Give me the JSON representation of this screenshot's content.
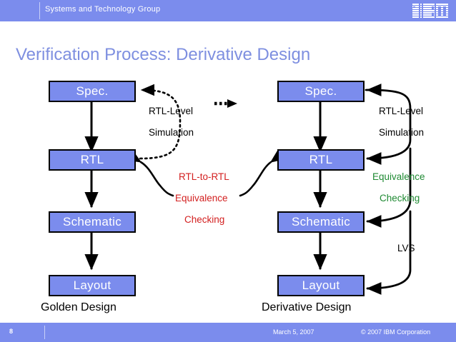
{
  "banner": {
    "title": "Systems and Technology Group",
    "logo_text": "IBM",
    "background_color": "#7b8ced"
  },
  "slide": {
    "title": "Verification Process: Derivative Design",
    "title_color": "#7e8fe0"
  },
  "diagram": {
    "box_fill": "#7b8ced",
    "box_text_color": "#ffffff",
    "left_column": {
      "caption": "Golden Design",
      "boxes": [
        {
          "label": "Spec."
        },
        {
          "label": "RTL"
        },
        {
          "label": "Schematic"
        },
        {
          "label": "Layout"
        }
      ]
    },
    "right_column": {
      "caption": "Derivative Design",
      "boxes": [
        {
          "label": "Spec."
        },
        {
          "label": "RTL"
        },
        {
          "label": "Schematic"
        },
        {
          "label": "Layout"
        }
      ]
    },
    "labels": {
      "left_sim_line1": "RTL-Level",
      "left_sim_line2": "Simulation",
      "center_line1": "RTL-to-RTL",
      "center_line2": "Equivalence",
      "center_line3": "Checking",
      "center_color": "#d32020",
      "right_sim_line1": "RTL-Level",
      "right_sim_line2": "Simulation",
      "right_eq_line1": "Equivalence",
      "right_eq_line2": "Checking",
      "right_eq_color": "#1f8a33",
      "lvs": "LVS"
    }
  },
  "footer": {
    "page_number": "8",
    "date": "March 5, 2007",
    "copyright": "© 2007 IBM Corporation",
    "background_color": "#7b8ced"
  }
}
